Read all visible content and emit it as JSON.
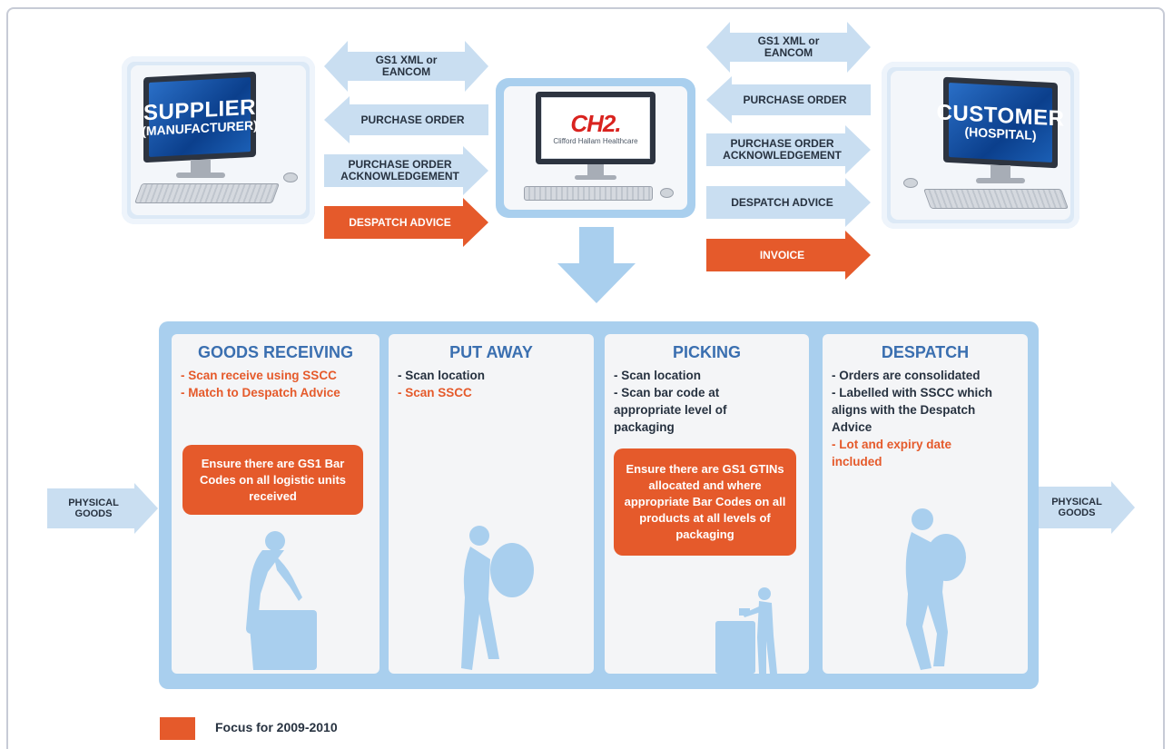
{
  "supplier": {
    "line1": "SUPPLIER",
    "line2": "(MANUFACTURER)"
  },
  "customer": {
    "line1": "CUSTOMER",
    "line2": "(HOSPITAL)"
  },
  "ch2": {
    "logo": "CH2.",
    "subtitle": "Clifford Hallam Healthcare"
  },
  "left_arrows": [
    {
      "lines": [
        "GS1 XML or",
        "EANCOM"
      ],
      "style": "double"
    },
    {
      "lines": [
        "PURCHASE ORDER"
      ],
      "style": "left"
    },
    {
      "lines": [
        "PURCHASE ORDER",
        "ACKNOWLEDGEMENT"
      ],
      "style": "right"
    },
    {
      "lines": [
        "DESPATCH ADVICE"
      ],
      "style": "right-orange"
    }
  ],
  "right_arrows": [
    {
      "lines": [
        "GS1 XML or",
        "EANCOM"
      ],
      "style": "double"
    },
    {
      "lines": [
        "PURCHASE ORDER"
      ],
      "style": "left"
    },
    {
      "lines": [
        "PURCHASE ORDER",
        "ACKNOWLEDGEMENT"
      ],
      "style": "right"
    },
    {
      "lines": [
        "DESPATCH ADVICE"
      ],
      "style": "right"
    },
    {
      "lines": [
        "INVOICE"
      ],
      "style": "right-orange"
    }
  ],
  "physical_goods_left": [
    "PHYSICAL",
    "GOODS"
  ],
  "physical_goods_right": [
    "PHYSICAL",
    "GOODS"
  ],
  "columns": [
    {
      "title": "GOODS RECEIVING",
      "lines": [
        {
          "text": "- Scan receive using SSCC",
          "color": "orange"
        },
        {
          "text": "- Match to Despatch Advice",
          "color": "orange"
        }
      ],
      "callout": "Ensure there are GS1 Bar Codes on all logistic units received"
    },
    {
      "title": "PUT AWAY",
      "lines": [
        {
          "text": "- Scan location",
          "color": "black"
        },
        {
          "text": "- Scan SSCC",
          "color": "orange"
        }
      ],
      "callout": ""
    },
    {
      "title": "PICKING",
      "lines": [
        {
          "text": "- Scan location",
          "color": "black"
        },
        {
          "text": "- Scan bar code at",
          "color": "black"
        },
        {
          "text": "appropriate level of",
          "color": "black"
        },
        {
          "text": "packaging",
          "color": "black"
        }
      ],
      "callout": "Ensure there are GS1 GTINs allocated and where appropriate Bar Codes on all products at all levels of packaging"
    },
    {
      "title": "DESPATCH",
      "lines": [
        {
          "text": "- Orders are consolidated",
          "color": "black"
        },
        {
          "text": "- Labelled with SSCC which",
          "color": "black"
        },
        {
          "text": "aligns with the Despatch",
          "color": "black"
        },
        {
          "text": "Advice",
          "color": "black"
        },
        {
          "text": "- Lot and expiry date",
          "color": "orange"
        },
        {
          "text": "included",
          "color": "orange"
        }
      ],
      "callout": ""
    }
  ],
  "legend": {
    "label": "Focus for 2009-2010"
  },
  "colors": {
    "orange": "#e55a2b",
    "light_blue": "#a9cfee",
    "title_blue": "#3a6fb0",
    "text_dark": "#273240"
  }
}
